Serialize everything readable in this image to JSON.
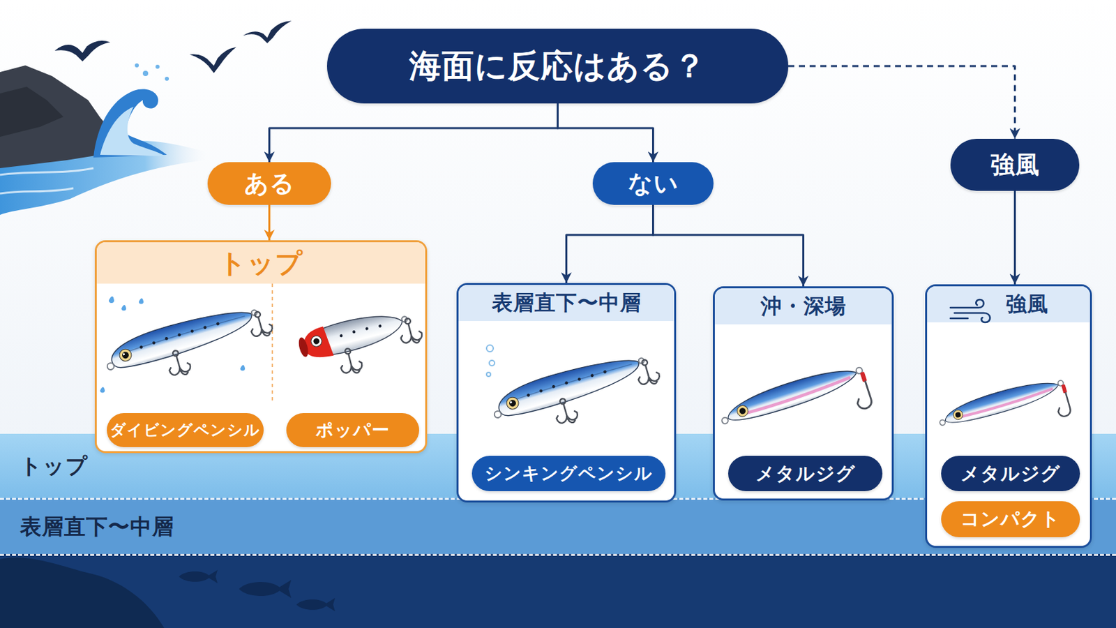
{
  "diagram": {
    "nodes": [
      {
        "text": [
          "海面に反応はある？"
        ]
      },
      {
        "text": [
          "ある"
        ]
      },
      {
        "text": [
          "ない"
        ]
      },
      {
        "text": [
          "強風"
        ]
      },
      {
        "text": [
          "トップ"
        ]
      },
      {
        "text": [
          "ダイビングペンシル"
        ],
        "in": 4
      },
      {
        "text": [
          "ポッパー"
        ],
        "in": 4
      },
      {
        "text": [
          "表層直下〜中層"
        ]
      },
      {
        "text": [
          "シンキングペンシル"
        ],
        "in": 7
      },
      {
        "text": [
          "沖・深場"
        ]
      },
      {
        "text": [
          "メタルジグ"
        ],
        "in": 9
      },
      {
        "text": [
          "強風"
        ]
      },
      {
        "text": [
          "メタルジグ"
        ],
        "in": 11
      },
      {
        "text": [
          "コンパクト"
        ],
        "in": 11
      },
      {
        "text": [
          "トップ"
        ]
      },
      {
        "text": [
          "表層直下〜中層"
        ]
      },
      {
        "text": [
          "沖・深場"
        ]
      }
    ],
    "edges": [
      {
        "from": 0,
        "to": 1,
        "arrow": "to"
      },
      {
        "from": 0,
        "to": 2,
        "arrow": "to"
      },
      {
        "from": 0,
        "to": 3,
        "arrow": "to"
      },
      {
        "from": 1,
        "to": 4,
        "arrow": "to"
      },
      {
        "from": 2,
        "to": 7,
        "arrow": "to"
      },
      {
        "from": 2,
        "to": 9,
        "arrow": "to"
      },
      {
        "from": 3,
        "to": 11,
        "arrow": "to"
      }
    ]
  }
}
